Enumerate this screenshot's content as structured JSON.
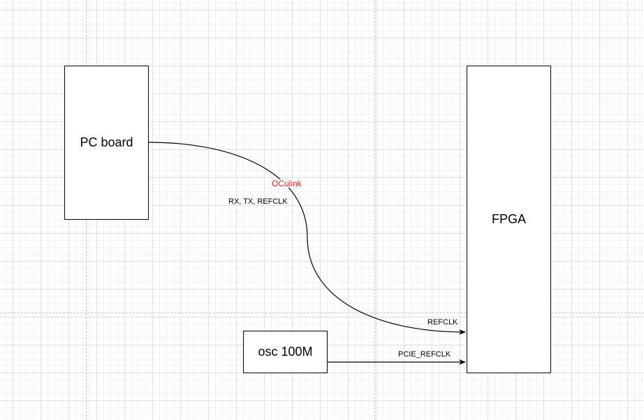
{
  "diagram": {
    "nodes": {
      "pc_board": "PC board",
      "fpga": "FPGA",
      "oscillator": "osc 100M"
    },
    "edges": {
      "oculink_link": {
        "from": "PC board",
        "to": "FPGA",
        "label": "OCulink",
        "label_color": "#e5242c",
        "sublabel": "RX, TX, REFCLK",
        "end_label": "REFCLK"
      },
      "osc_link": {
        "from": "osc 100M",
        "to": "FPGA",
        "end_label": "PCIE_REFCLK"
      }
    }
  }
}
